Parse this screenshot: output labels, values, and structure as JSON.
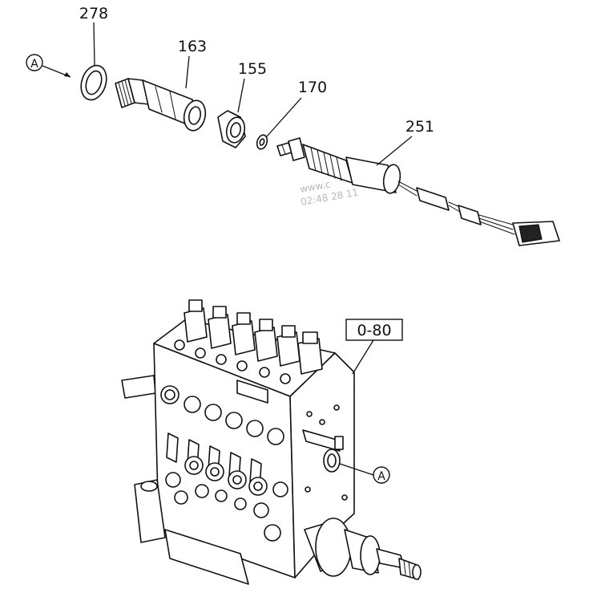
{
  "callouts": {
    "p278": "278",
    "p163": "163",
    "p155": "155",
    "p170": "170",
    "p251": "251",
    "ref_box": "0-80",
    "circle_a_top": "A",
    "circle_a_bottom": "A"
  },
  "watermark": {
    "line1": "www.c",
    "line2": "02:48 28 11"
  }
}
